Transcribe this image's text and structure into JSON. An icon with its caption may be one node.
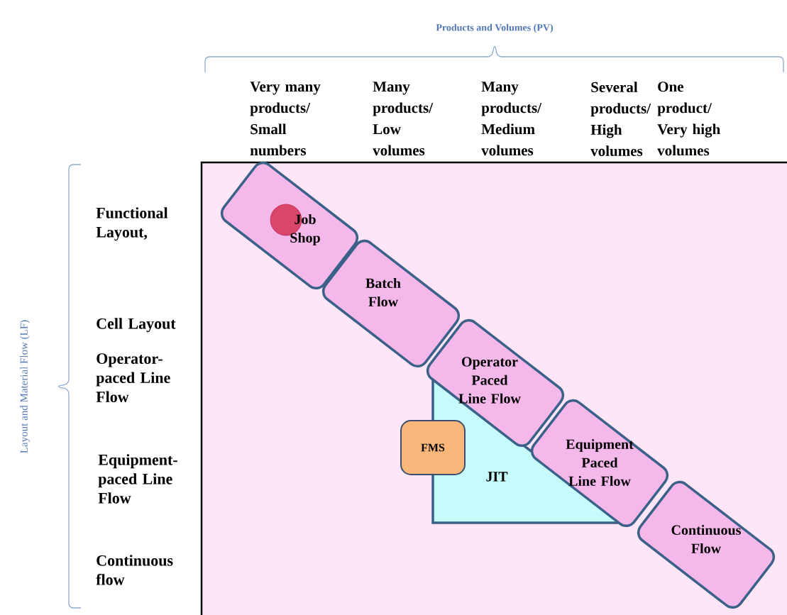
{
  "diagram": {
    "nodes": [
      {
        "text": [
          "Job Shop"
        ]
      },
      {
        "text": [],
        "shape": "circle",
        "in": 0
      },
      {
        "text": [
          "Batch Flow"
        ]
      },
      {
        "text": [
          "Operator Paced Line Flow"
        ]
      },
      {
        "text": [
          "FMS"
        ]
      },
      {
        "text": [
          "Equipment Paced Line Flow"
        ]
      },
      {
        "text": [
          "JIT"
        ]
      },
      {
        "text": [
          "Continuous Flow"
        ]
      }
    ],
    "labels": [
      "Products and Volumes (PV)",
      "Very many products/ Small numbers",
      "Many products/ Low volumes",
      "Many products/ Medium volumes",
      "Several products/ High volumes",
      "One product/ Very high volumes",
      "Layout and Material Flow (LF)",
      "Functional Layout,",
      "Cell Layout",
      "Operator-paced Line Flow",
      "Equipment-paced Line Flow",
      "Continuous flow"
    ]
  }
}
